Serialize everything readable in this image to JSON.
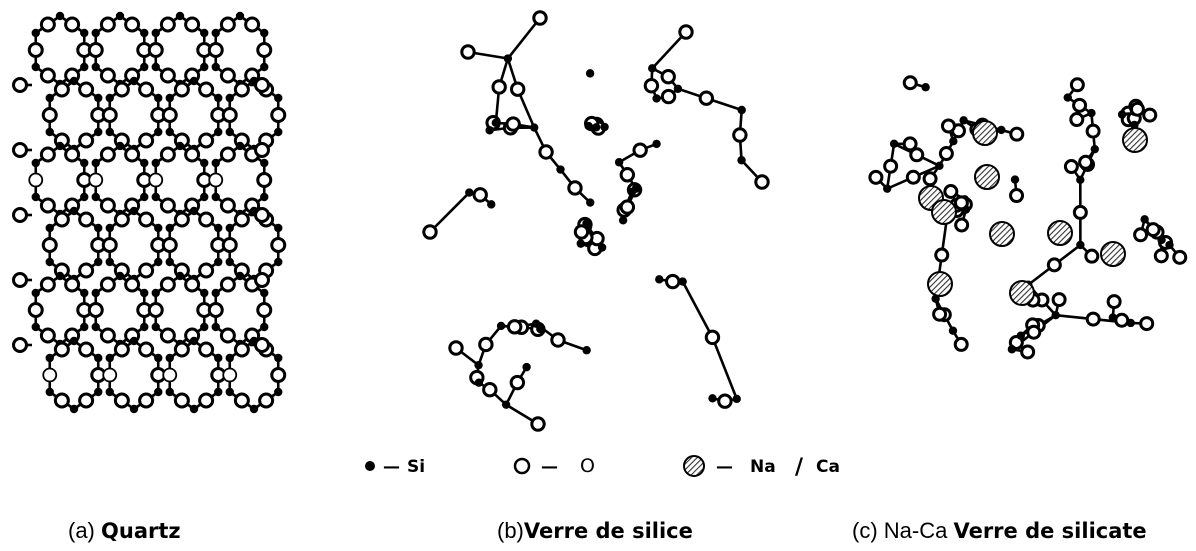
{
  "panels": [
    {
      "id": "a",
      "caption_prefix": "(a)",
      "caption_bold": "Quartz"
    },
    {
      "id": "b",
      "caption_prefix": "(b)",
      "caption_bold": "Verre de silice"
    },
    {
      "id": "c",
      "caption_prefix": "(c) Na-Ca",
      "caption_bold": "Verre de silicate"
    }
  ],
  "legend": {
    "si": {
      "dash": "—",
      "label": "Si"
    },
    "o": {
      "dash": "—",
      "label": "O"
    },
    "naca": {
      "dash": "—",
      "label": "Na",
      "slash": "/",
      "label2": "Ca"
    }
  },
  "colors": {
    "ink": "#000000",
    "background": "#ffffff",
    "cation_fill": "#555555"
  }
}
